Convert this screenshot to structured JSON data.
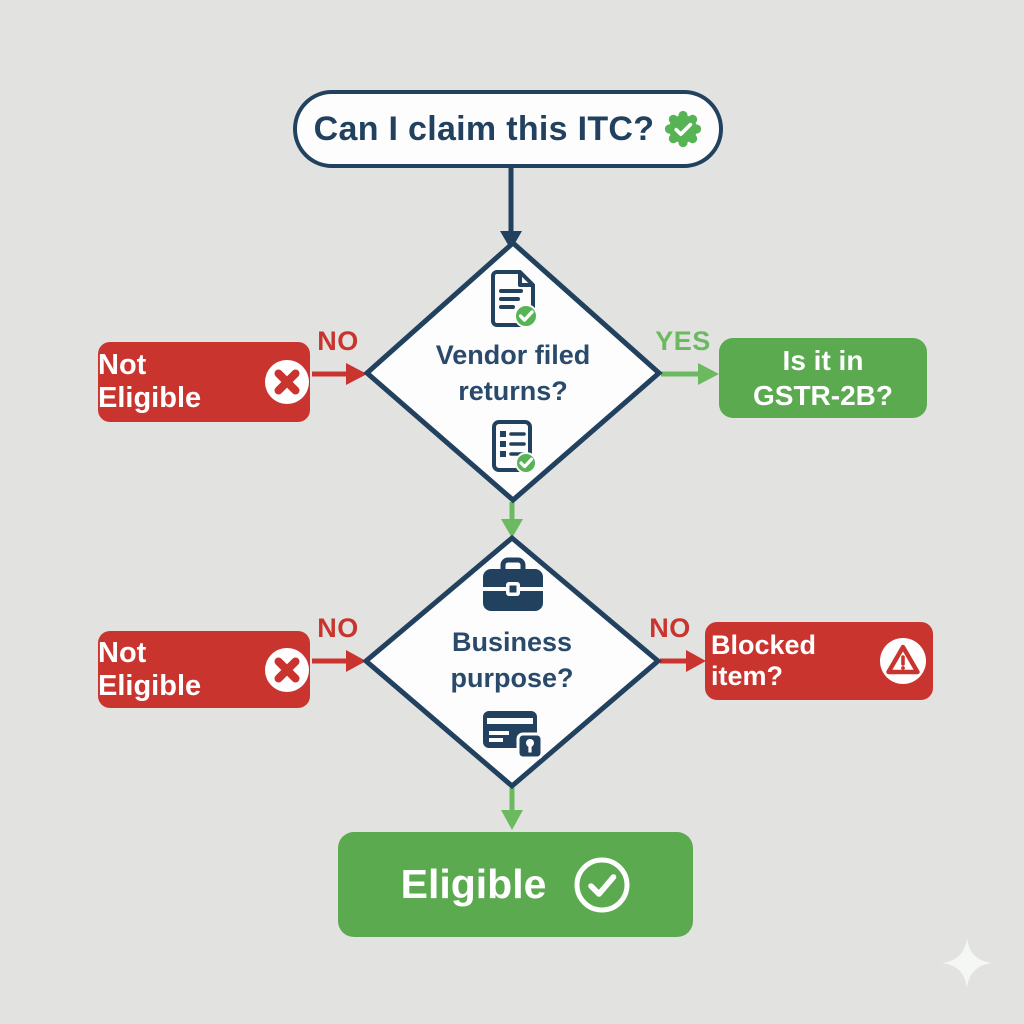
{
  "title": "Can I claim this ITC? flowchart",
  "colors": {
    "background": "#e2e2e1",
    "navy": "#21415f",
    "red": "#c9342f",
    "green_box": "#5baa50",
    "green_accent": "#6cba5f",
    "badge_green": "#56b455",
    "white": "#ffffff"
  },
  "nodes": {
    "start": {
      "label": "Can I claim this ITC?",
      "badge_icon": "verified-seal-check-icon"
    },
    "decision1": {
      "label": "Vendor filed returns?",
      "top_icon": "document-check-icon",
      "bottom_icon": "checklist-check-icon"
    },
    "not_eligible_top": {
      "label": "Not Eligible",
      "icon": "x-circle-icon"
    },
    "gstr2b": {
      "label": "Is it in GSTR-2B?"
    },
    "decision2": {
      "label": "Business purpose?",
      "top_icon": "briefcase-icon",
      "bottom_icon": "credit-card-lock-icon"
    },
    "not_eligible_bottom": {
      "label": "Not Eligible",
      "icon": "x-circle-icon"
    },
    "blocked_item": {
      "label": "Blocked item?",
      "icon": "warning-circle-icon"
    },
    "eligible": {
      "label": "Eligible",
      "icon": "check-circle-icon"
    }
  },
  "edge_labels": {
    "decision1_no": "NO",
    "decision1_yes": "YES",
    "decision2_no_left": "NO",
    "decision2_no_right": "NO"
  },
  "decoration": {
    "sparkle_icon": "sparkle-icon"
  }
}
